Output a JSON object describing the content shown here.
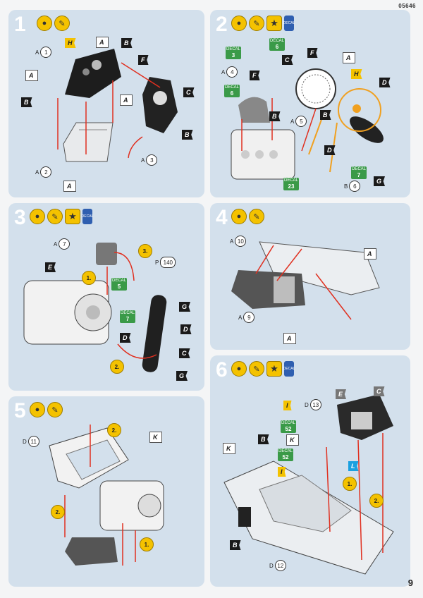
{
  "header": {
    "doc_number": "05646"
  },
  "footer": {
    "page_number": "9"
  },
  "steps": [
    {
      "number": "1",
      "labels": [
        "H",
        "A",
        "B",
        "A",
        "B",
        "F",
        "C",
        "A",
        "B",
        "A"
      ],
      "parts": [
        [
          "A",
          "1"
        ],
        [
          "A",
          "2"
        ],
        [
          "A",
          "3"
        ]
      ]
    },
    {
      "number": "2",
      "labels": [
        "C",
        "F",
        "A",
        "F",
        "H",
        "D",
        "B",
        "B",
        "D",
        "G"
      ],
      "parts": [
        [
          "A",
          "4"
        ],
        [
          "A",
          "5"
        ],
        [
          "B",
          "6"
        ]
      ],
      "decals": [
        [
          "DECAL",
          "3"
        ],
        [
          "DECAL",
          "6"
        ],
        [
          "DECAL",
          "6"
        ],
        [
          "DECAL",
          "7"
        ],
        [
          "DECAL",
          "23"
        ]
      ]
    },
    {
      "number": "3",
      "labels": [
        "E",
        "G",
        "D",
        "D",
        "C",
        "G"
      ],
      "parts": [
        [
          "A",
          "7"
        ],
        [
          "P",
          "140"
        ]
      ],
      "decals": [
        [
          "DECAL",
          "5"
        ],
        [
          "DECAL",
          "7"
        ]
      ],
      "sequence": [
        "1.",
        "2.",
        "3."
      ]
    },
    {
      "number": "4",
      "labels": [
        "A",
        "A"
      ],
      "parts": [
        [
          "A",
          "10"
        ],
        [
          "A",
          "9"
        ]
      ]
    },
    {
      "number": "5",
      "labels": [
        "K"
      ],
      "parts": [
        [
          "D",
          "11"
        ]
      ],
      "sequence": [
        "2.",
        "2.",
        "1."
      ]
    },
    {
      "number": "6",
      "labels": [
        "E",
        "C",
        "I",
        "K",
        "B",
        "K",
        "I",
        "L",
        "B"
      ],
      "parts": [
        [
          "D",
          "13"
        ],
        [
          "D",
          "12"
        ]
      ],
      "decals": [
        [
          "DECAL",
          "52"
        ],
        [
          "DECAL",
          "52"
        ]
      ],
      "sequence": [
        "1.",
        "2."
      ]
    }
  ],
  "icon_names": [
    "glue-icon",
    "paint-brush-icon",
    "star-icon",
    "decal-water-icon"
  ],
  "colors": {
    "panel": "#d3e0ec",
    "accent_yellow": "#f4c200",
    "arrow_red": "#e03020",
    "decal_green": "#3a9a48",
    "part_dark": "#1a1a1a",
    "orange_link": "#f0a020"
  }
}
